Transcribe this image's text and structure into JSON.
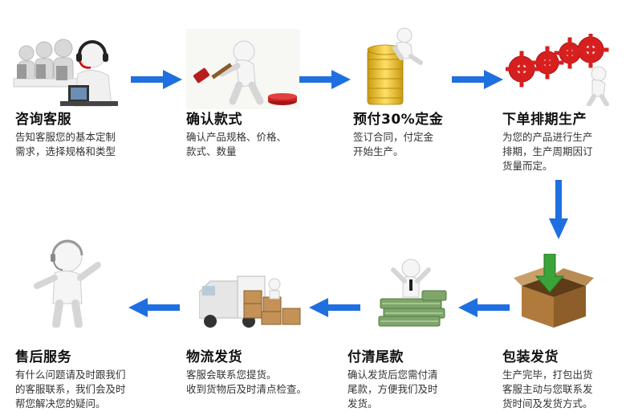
{
  "accent_color": "#1f6fe0",
  "steps": [
    {
      "icon": "customer-service-agents-icon",
      "title": "咨询客服",
      "desc": [
        "告知客服您的基本定制",
        "需求，选择规格和类型"
      ]
    },
    {
      "icon": "gavel-auction-icon",
      "title": "确认款式",
      "desc": [
        "确认产品规格、价格、",
        "款式、数量"
      ]
    },
    {
      "icon": "gold-coins-icon",
      "title": "预付30%定金",
      "desc": [
        "签订合同，付定金",
        "开始生产。"
      ]
    },
    {
      "icon": "red-gears-icon",
      "title": "下单排期生产",
      "desc": [
        "为您的产品进行生产",
        "排期，生产周期因订",
        "货量而定。"
      ]
    },
    {
      "icon": "package-box-icon",
      "title": "包装发货",
      "desc": [
        "生产完毕，打包出货",
        "客服主动与您联系发",
        "货时间及发货方式。"
      ]
    },
    {
      "icon": "money-stack-icon",
      "title": "付清尾款",
      "desc": [
        "确认发货后您需付清",
        "尾款，方便我们及时",
        "发货。"
      ]
    },
    {
      "icon": "delivery-truck-icon",
      "title": "物流发货",
      "desc": [
        "客服会联系您提货。",
        "收到货物后及时清点检查。"
      ]
    },
    {
      "icon": "headset-person-icon",
      "title": "售后服务",
      "desc": [
        "有什么问题请及时跟我们",
        "的客服联系，我们会及时",
        "帮您解决您的疑问。"
      ]
    }
  ]
}
